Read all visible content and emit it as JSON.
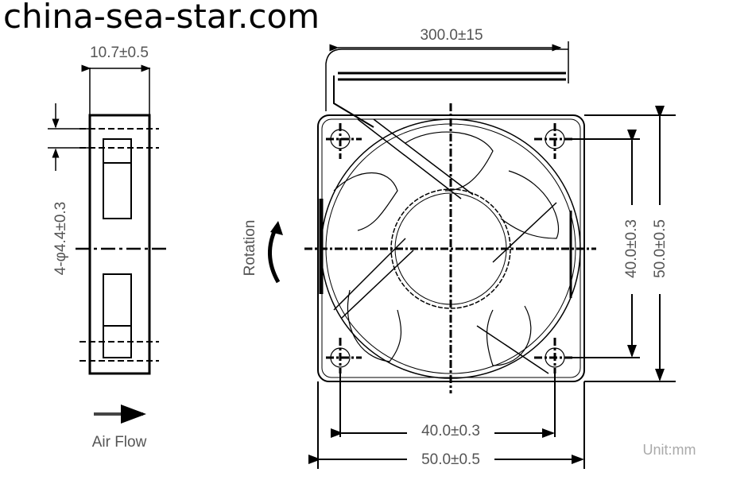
{
  "side_view": {
    "width_dim": "10.7±0.5",
    "hole_dim": "4-φ4.4±0.3",
    "airflow_label": "Air Flow"
  },
  "front_view": {
    "cable_dim": "300.0±15",
    "rotation_label": "Rotation",
    "hole_pitch_v": "40.0±0.3",
    "size_v": "50.0±0.5",
    "hole_pitch_h": "40.0±0.3",
    "size_h": "50.0±0.5",
    "unit": "Unit:mm"
  },
  "watermark": "china-sea-star.com"
}
